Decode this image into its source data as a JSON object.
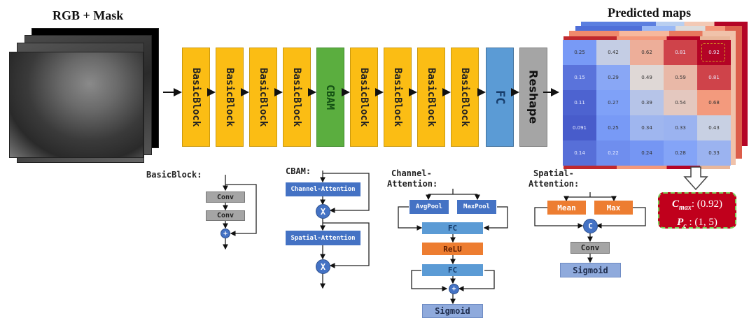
{
  "input": {
    "title": "RGB + Mask"
  },
  "pipeline": {
    "blocks": [
      {
        "label": "BasicBlock",
        "type": "basicblock"
      },
      {
        "label": "BasicBlock",
        "type": "basicblock"
      },
      {
        "label": "BasicBlock",
        "type": "basicblock"
      },
      {
        "label": "BasicBlock",
        "type": "basicblock"
      },
      {
        "label": "CBAM",
        "type": "cbam"
      },
      {
        "label": "BasicBlock",
        "type": "basicblock"
      },
      {
        "label": "BasicBlock",
        "type": "basicblock"
      },
      {
        "label": "BasicBlock",
        "type": "basicblock"
      },
      {
        "label": "BasicBlock",
        "type": "basicblock"
      },
      {
        "label": "FC",
        "type": "fc"
      },
      {
        "label": "Reshape",
        "type": "reshape"
      }
    ]
  },
  "output": {
    "title": "Predicted maps",
    "heatmap": [
      [
        "0.25",
        "0.42",
        "0.62",
        "0.81",
        "0.92"
      ],
      [
        "0.15",
        "0.29",
        "0.49",
        "0.59",
        "0.81"
      ],
      [
        "0.11",
        "0.27",
        "0.39",
        "0.54",
        "0.68"
      ],
      [
        "0.091",
        "0.25",
        "0.34",
        "0.33",
        "0.43"
      ],
      [
        "0.14",
        "0.22",
        "0.24",
        "0.28",
        "0.33"
      ]
    ],
    "highlight_cell": [
      1,
      5
    ],
    "result": {
      "cmax_label": "C",
      "cmax_sub": "max",
      "cmax_value": ": (0.92)",
      "pc_label": "P",
      "pc_sub": "c",
      "pc_value": " : (1, 5)"
    }
  },
  "basicblock": {
    "title": "BasicBlock:",
    "conv1": "Conv",
    "conv2": "Conv",
    "add": "+"
  },
  "cbam": {
    "title": "CBAM:",
    "channel": "Channel-Attention",
    "spatial": "Spatial-Attention",
    "mult1": "X",
    "mult2": "X"
  },
  "channel_attention": {
    "title_line1": "Channel-",
    "title_line2": "Attention:",
    "avgpool": "AvgPool",
    "maxpool": "MaxPool",
    "fc1": "FC",
    "relu": "ReLU",
    "fc2": "FC",
    "add": "+",
    "sigmoid": "Sigmoid"
  },
  "spatial_attention": {
    "title_line1": "Spatial-",
    "title_line2": "Attention:",
    "mean": "Mean",
    "max": "Max",
    "concat": "C",
    "conv": "Conv",
    "sigmoid": "Sigmoid"
  }
}
